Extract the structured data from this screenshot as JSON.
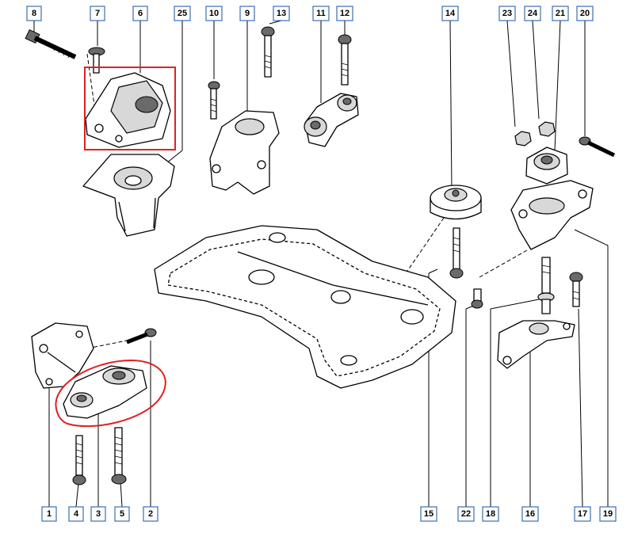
{
  "callouts": [
    {
      "id": "c8",
      "label": "8"
    },
    {
      "id": "c7",
      "label": "7"
    },
    {
      "id": "c6",
      "label": "6"
    },
    {
      "id": "c25",
      "label": "25"
    },
    {
      "id": "c10",
      "label": "10"
    },
    {
      "id": "c9",
      "label": "9"
    },
    {
      "id": "c13",
      "label": "13"
    },
    {
      "id": "c11",
      "label": "11"
    },
    {
      "id": "c12",
      "label": "12"
    },
    {
      "id": "c14",
      "label": "14"
    },
    {
      "id": "c23",
      "label": "23"
    },
    {
      "id": "c24",
      "label": "24"
    },
    {
      "id": "c21",
      "label": "21"
    },
    {
      "id": "c20",
      "label": "20"
    },
    {
      "id": "c1",
      "label": "1"
    },
    {
      "id": "c4",
      "label": "4"
    },
    {
      "id": "c3",
      "label": "3"
    },
    {
      "id": "c5",
      "label": "5"
    },
    {
      "id": "c2",
      "label": "2"
    },
    {
      "id": "c15",
      "label": "15"
    },
    {
      "id": "c22",
      "label": "22"
    },
    {
      "id": "c18",
      "label": "18"
    },
    {
      "id": "c16",
      "label": "16"
    },
    {
      "id": "c17",
      "label": "17"
    },
    {
      "id": "c19",
      "label": "19"
    }
  ],
  "highlight_colors": {
    "box": "#e02020",
    "ellipse": "#e02020"
  }
}
